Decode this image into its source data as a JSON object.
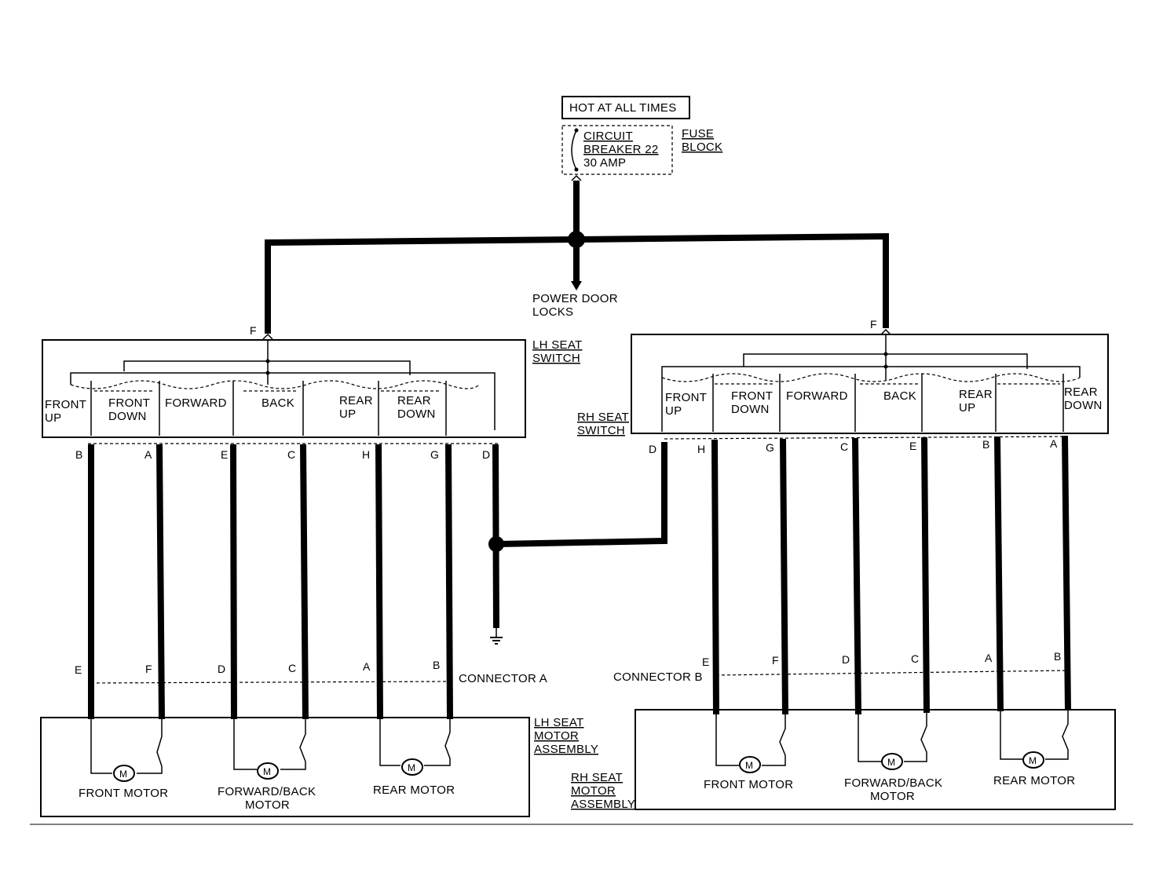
{
  "power": {
    "hot_label": "HOT AT ALL TIMES",
    "breaker_lines": [
      "CIRCUIT",
      "BREAKER 22",
      "30 AMP"
    ],
    "fuse_block_lines": [
      "FUSE",
      "BLOCK"
    ],
    "door_locks_lines": [
      "POWER DOOR",
      "LOCKS"
    ]
  },
  "lh_switch": {
    "title_lines": [
      "LH SEAT",
      "SWITCH"
    ],
    "feed_pin": "F",
    "positions": [
      {
        "lines": [
          "FRONT",
          "UP"
        ]
      },
      {
        "lines": [
          "FRONT",
          "DOWN"
        ]
      },
      {
        "lines": [
          "FORWARD"
        ]
      },
      {
        "lines": [
          "BACK"
        ]
      },
      {
        "lines": [
          "REAR",
          "UP"
        ]
      },
      {
        "lines": [
          "REAR",
          "DOWN"
        ]
      }
    ],
    "pins": [
      "B",
      "A",
      "E",
      "C",
      "H",
      "G",
      "D"
    ]
  },
  "rh_switch": {
    "title_lines": [
      "RH SEAT",
      "SWITCH"
    ],
    "feed_pin": "F",
    "positions": [
      {
        "lines": [
          "FRONT",
          "UP"
        ]
      },
      {
        "lines": [
          "FRONT",
          "DOWN"
        ]
      },
      {
        "lines": [
          "FORWARD"
        ]
      },
      {
        "lines": [
          "BACK"
        ]
      },
      {
        "lines": [
          "REAR",
          "UP"
        ]
      },
      {
        "lines": [
          "REAR",
          "DOWN"
        ]
      }
    ],
    "pins": [
      "D",
      "H",
      "G",
      "C",
      "E",
      "B",
      "A"
    ]
  },
  "connector_a": {
    "label": "CONNECTOR A",
    "pins": [
      "E",
      "F",
      "D",
      "C",
      "A",
      "B"
    ]
  },
  "connector_b": {
    "label": "CONNECTOR B",
    "pins": [
      "E",
      "F",
      "D",
      "C",
      "A",
      "B"
    ]
  },
  "lh_motor_assembly": {
    "title_lines": [
      "LH SEAT",
      "MOTOR",
      "ASSEMBLY"
    ],
    "motors": [
      {
        "lines": [
          "FRONT MOTOR"
        ]
      },
      {
        "lines": [
          "FORWARD/BACK",
          "MOTOR"
        ]
      },
      {
        "lines": [
          "REAR MOTOR"
        ]
      }
    ]
  },
  "rh_motor_assembly": {
    "title_lines": [
      "RH SEAT",
      "MOTOR",
      "ASSEMBLY"
    ],
    "motors": [
      {
        "lines": [
          "FRONT MOTOR"
        ]
      },
      {
        "lines": [
          "FORWARD/BACK",
          "MOTOR"
        ]
      },
      {
        "lines": [
          "REAR MOTOR"
        ]
      }
    ]
  },
  "motor_symbol": "M"
}
